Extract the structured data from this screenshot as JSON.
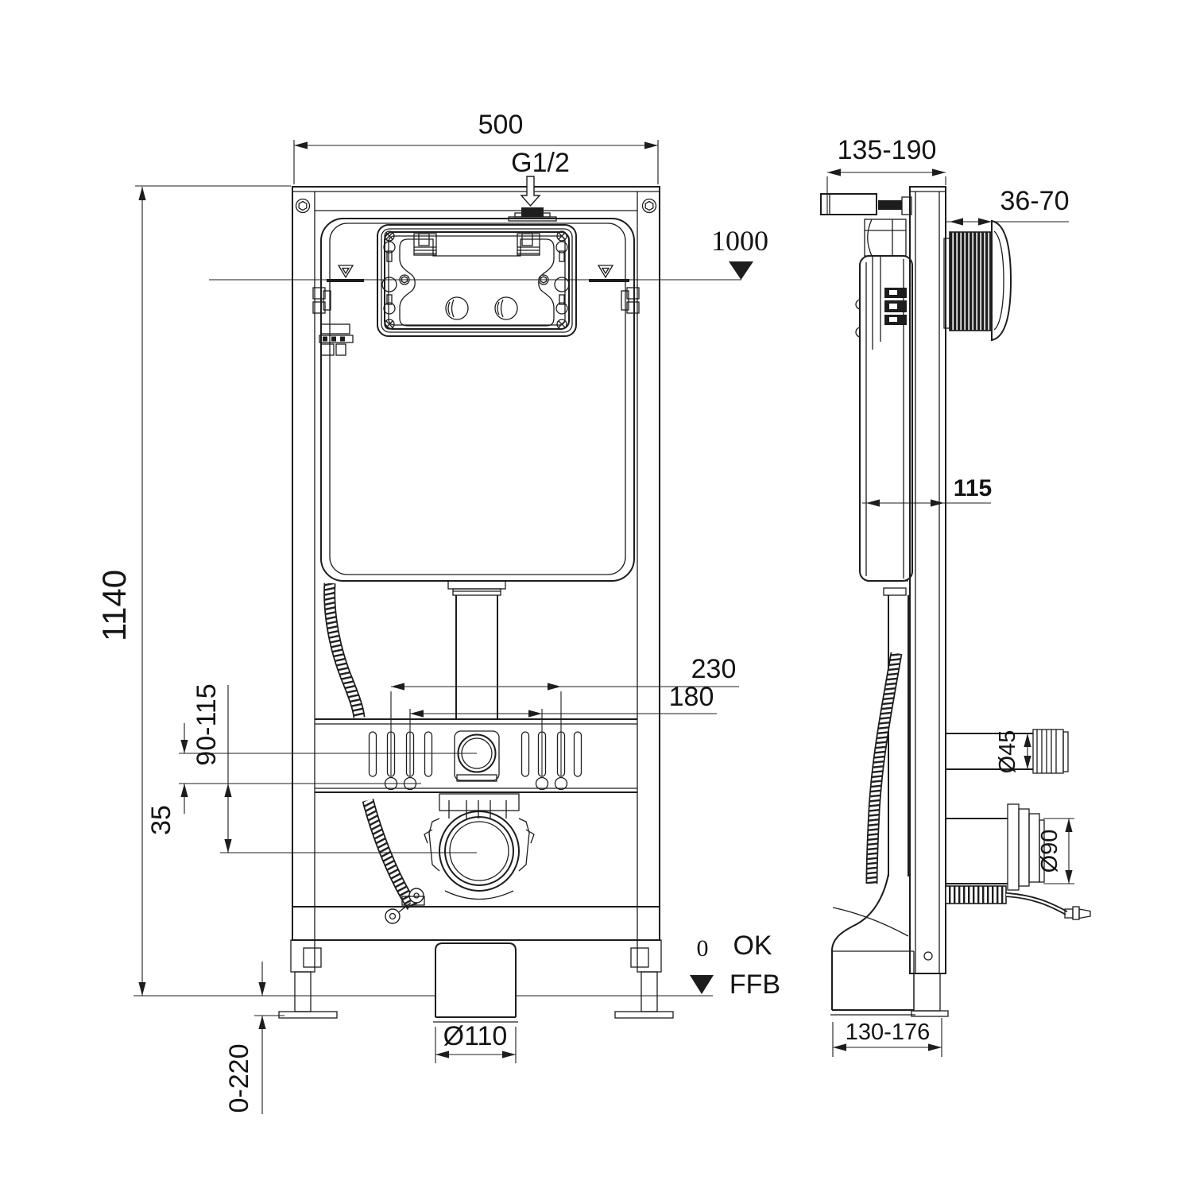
{
  "title": "concealed-cistern-frame-dimension-drawing",
  "dims": {
    "front": {
      "width": "500",
      "inlet_thread": "G1/2",
      "water_level": "1000",
      "height": "1140",
      "fixing_outer": "230",
      "fixing_inner": "180",
      "inlet_offset": "35",
      "drain_offset": "90-115",
      "drain_outlet_dia": "Ø110",
      "leg_adjustment": "0-220",
      "level_zero": "0",
      "level_ok": "OK",
      "floor_label": "FFB"
    },
    "side": {
      "depth_range": "135-190",
      "actuator_depth": "36-70",
      "cistern_depth": "115",
      "water_inlet_dia": "Ø45",
      "drain_dia": "Ø90",
      "base_depth": "130-176"
    }
  },
  "colors": {
    "line": "#1d1d1d",
    "background": "#ffffff"
  }
}
